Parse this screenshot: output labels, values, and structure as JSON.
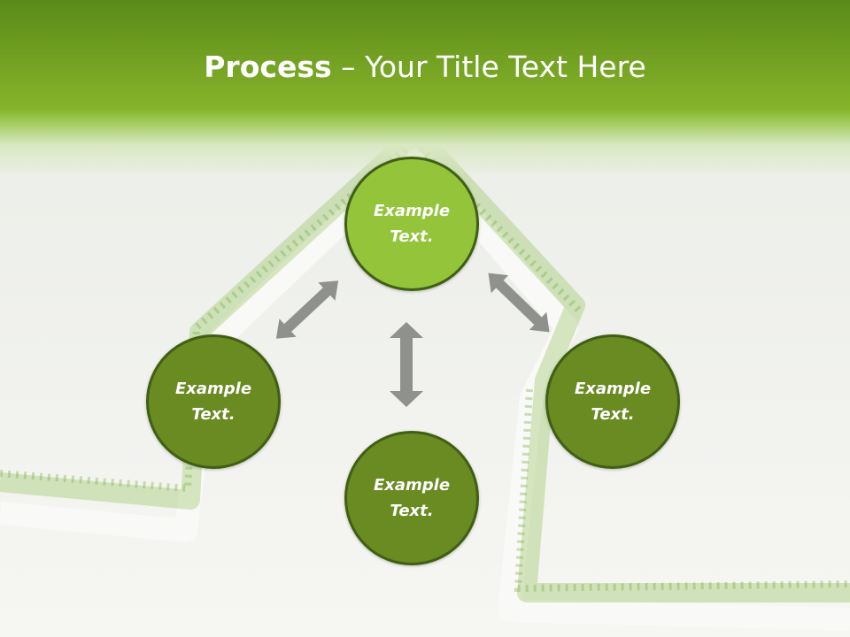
{
  "slide": {
    "title_bold": "Process",
    "title_rest": " – Your Title Text Here",
    "nodes": {
      "top": "Example Text.",
      "left": "Example Text.",
      "right": "Example Text.",
      "bottom": "Example Text."
    }
  },
  "colors": {
    "header_green": "#77a524",
    "node_highlight": "#93c43a",
    "node_dark": "#6a8a22",
    "arrow_gray": "#8f918c"
  },
  "icons": [
    "double-arrow-icon"
  ]
}
